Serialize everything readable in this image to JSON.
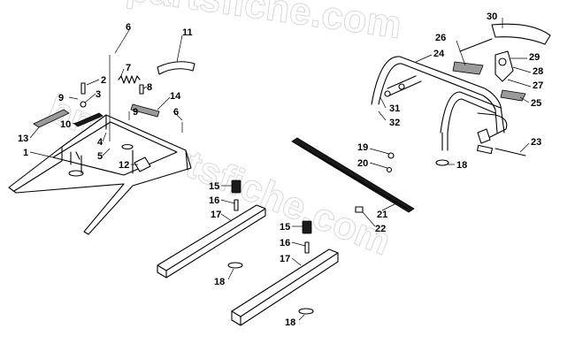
{
  "watermark": "bmwpartsfiche.com",
  "callouts": [
    {
      "id": "c30",
      "text": "30"
    },
    {
      "id": "c26",
      "text": "26"
    },
    {
      "id": "c24",
      "text": "24"
    },
    {
      "id": "c29",
      "text": "29"
    },
    {
      "id": "c28",
      "text": "28"
    },
    {
      "id": "c27",
      "text": "27"
    },
    {
      "id": "c25",
      "text": "25"
    },
    {
      "id": "c31",
      "text": "31"
    },
    {
      "id": "c32",
      "text": "32"
    },
    {
      "id": "c19",
      "text": "19"
    },
    {
      "id": "c20",
      "text": "20"
    },
    {
      "id": "c18a",
      "text": "18"
    },
    {
      "id": "c23",
      "text": "23"
    },
    {
      "id": "c21",
      "text": "21"
    },
    {
      "id": "c22",
      "text": "22"
    },
    {
      "id": "c6a",
      "text": "6"
    },
    {
      "id": "c11",
      "text": "11"
    },
    {
      "id": "c7",
      "text": "7"
    },
    {
      "id": "c2",
      "text": "2"
    },
    {
      "id": "c8",
      "text": "8"
    },
    {
      "id": "c9a",
      "text": "9"
    },
    {
      "id": "c3",
      "text": "3"
    },
    {
      "id": "c14",
      "text": "14"
    },
    {
      "id": "c6b",
      "text": "6"
    },
    {
      "id": "c10",
      "text": "10"
    },
    {
      "id": "c9b",
      "text": "9"
    },
    {
      "id": "c13",
      "text": "13"
    },
    {
      "id": "c4",
      "text": "4"
    },
    {
      "id": "c1",
      "text": "1"
    },
    {
      "id": "c5",
      "text": "5"
    },
    {
      "id": "c12",
      "text": "12"
    },
    {
      "id": "c15a",
      "text": "15"
    },
    {
      "id": "c16a",
      "text": "16"
    },
    {
      "id": "c17a",
      "text": "17"
    },
    {
      "id": "c18b",
      "text": "18"
    },
    {
      "id": "c15b",
      "text": "15"
    },
    {
      "id": "c16b",
      "text": "16"
    },
    {
      "id": "c17b",
      "text": "17"
    },
    {
      "id": "c18c",
      "text": "18"
    }
  ]
}
